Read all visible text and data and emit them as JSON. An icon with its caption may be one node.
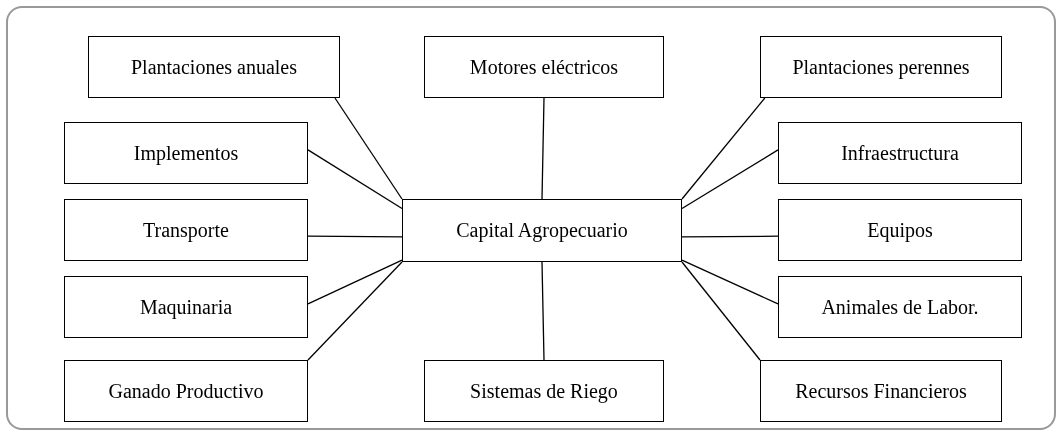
{
  "diagram": {
    "nodes": [
      {
        "text": [
          "Plantaciones anuales"
        ]
      },
      {
        "text": [
          "Motores eléctricos"
        ]
      },
      {
        "text": [
          "Plantaciones perennes"
        ]
      },
      {
        "text": [
          "Implementos"
        ]
      },
      {
        "text": [
          "Infraestructura"
        ]
      },
      {
        "text": [
          "Transporte"
        ]
      },
      {
        "text": [
          "Capital Agropecuario"
        ]
      },
      {
        "text": [
          "Equipos"
        ]
      },
      {
        "text": [
          "Maquinaria"
        ]
      },
      {
        "text": [
          "Animales de Labor."
        ]
      },
      {
        "text": [
          "Ganado Productivo"
        ]
      },
      {
        "text": [
          "Sistemas de Riego"
        ]
      },
      {
        "text": [
          "Recursos Financieros"
        ]
      }
    ],
    "edges": [
      {
        "from": 6,
        "to": 0,
        "arrow": "none"
      },
      {
        "from": 6,
        "to": 1,
        "arrow": "none"
      },
      {
        "from": 6,
        "to": 2,
        "arrow": "none"
      },
      {
        "from": 6,
        "to": 3,
        "arrow": "none"
      },
      {
        "from": 6,
        "to": 4,
        "arrow": "none"
      },
      {
        "from": 6,
        "to": 5,
        "arrow": "none"
      },
      {
        "from": 6,
        "to": 7,
        "arrow": "none"
      },
      {
        "from": 6,
        "to": 8,
        "arrow": "none"
      },
      {
        "from": 6,
        "to": 9,
        "arrow": "none"
      },
      {
        "from": 6,
        "to": 10,
        "arrow": "none"
      },
      {
        "from": 6,
        "to": 11,
        "arrow": "none"
      },
      {
        "from": 6,
        "to": 12,
        "arrow": "none"
      }
    ]
  }
}
